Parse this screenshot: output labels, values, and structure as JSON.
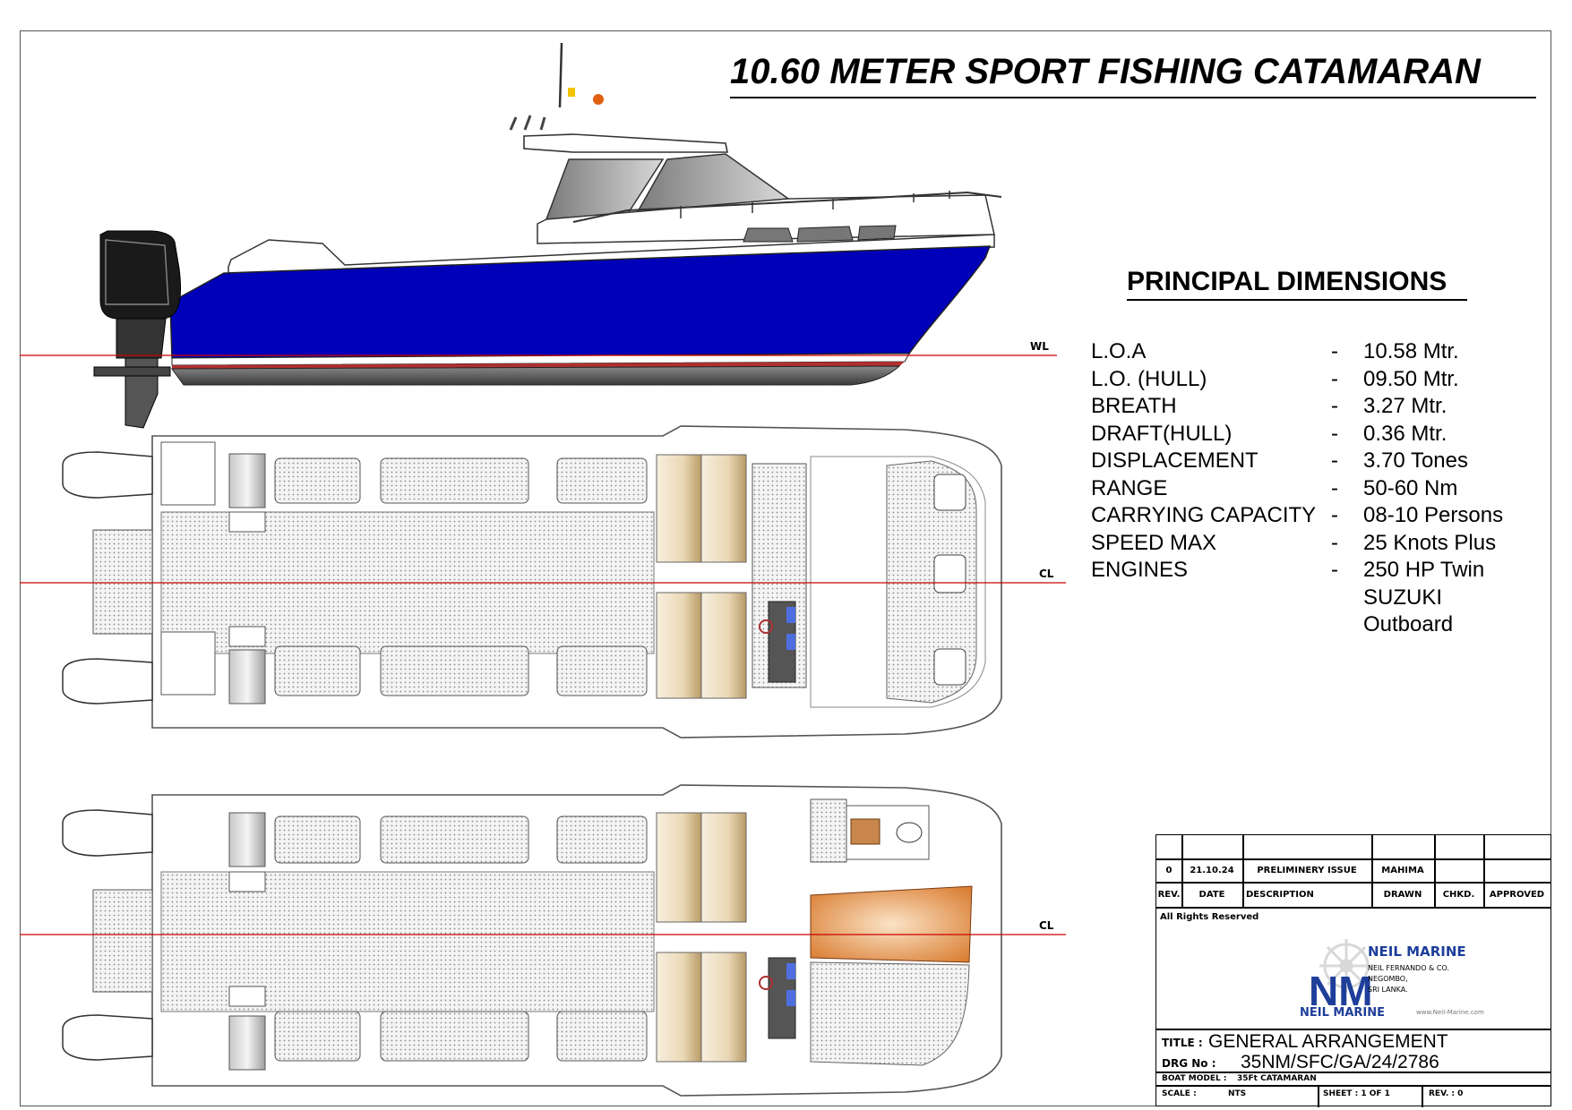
{
  "title": "10.60 METER SPORT FISHING CATAMARAN",
  "principal_dimensions": {
    "heading": "PRINCIPAL DIMENSIONS",
    "rows": [
      {
        "label": "L.O.A",
        "dash": "-",
        "value": "10.58 Mtr."
      },
      {
        "label": "L.O. (HULL)",
        "dash": "-",
        "value": "09.50 Mtr."
      },
      {
        "label": "BREATH",
        "dash": "-",
        "value": "3.27 Mtr."
      },
      {
        "label": "DRAFT(HULL)",
        "dash": "-",
        "value": "0.36 Mtr."
      },
      {
        "label": "DISPLACEMENT",
        "dash": "-",
        "value": "3.70 Tones"
      },
      {
        "label": "RANGE",
        "dash": "-",
        "value": "50-60 Nm"
      },
      {
        "label": "CARRYING CAPACITY",
        "dash": "-",
        "value": "08-10 Persons"
      },
      {
        "label": "SPEED MAX",
        "dash": "-",
        "value": "25 Knots Plus"
      },
      {
        "label": "ENGINES",
        "dash": "-",
        "value": "250 HP Twin"
      }
    ],
    "engine_extra": [
      "SUZUKI",
      "Outboard"
    ]
  },
  "reference_lines": {
    "wl": "WL",
    "cl_deck": "CL",
    "cl_lower": "CL"
  },
  "title_block": {
    "rev_value": "0",
    "date_value": "21.10.24",
    "description_value": "PRELIMINERY ISSUE",
    "drawn_value": "MAHIMA",
    "headers": {
      "rev": "REV.",
      "date": "DATE",
      "description": "DESCRIPTION",
      "drawn": "DRAWN",
      "checked": "CHKD.",
      "approved": "APPROVED"
    },
    "rights": "All  Rights  Reserved",
    "company": {
      "name": "NEIL MARINE",
      "legal_name": "NEIL FERNANDO & CO.",
      "city": "NEGOMBO,",
      "country": "SRI LANKA.",
      "web": "www.Neil-Marine.com",
      "monogram": "NM"
    },
    "title_label": "TITLE  :",
    "title_value": "GENERAL ARRANGEMENT",
    "drg_label": "DRG  No  :",
    "drg_value": "35NM/SFC/GA/24/2786",
    "boat_model_label": "BOAT  MODEL  :",
    "boat_model_value": "35Ft  CATAMARAN",
    "scale_label": "SCALE  :",
    "scale_value": "NTS",
    "sheet_label": "SHEET  :  1  OF  1",
    "rev_label": "REV.  :  0"
  },
  "colors": {
    "hull_blue": "#0000b8",
    "reference_line": "#cc0000",
    "seat_tan": "#ead9b8",
    "lounge_orange": "#d8782a",
    "logo_blue": "#1e3e9a"
  }
}
